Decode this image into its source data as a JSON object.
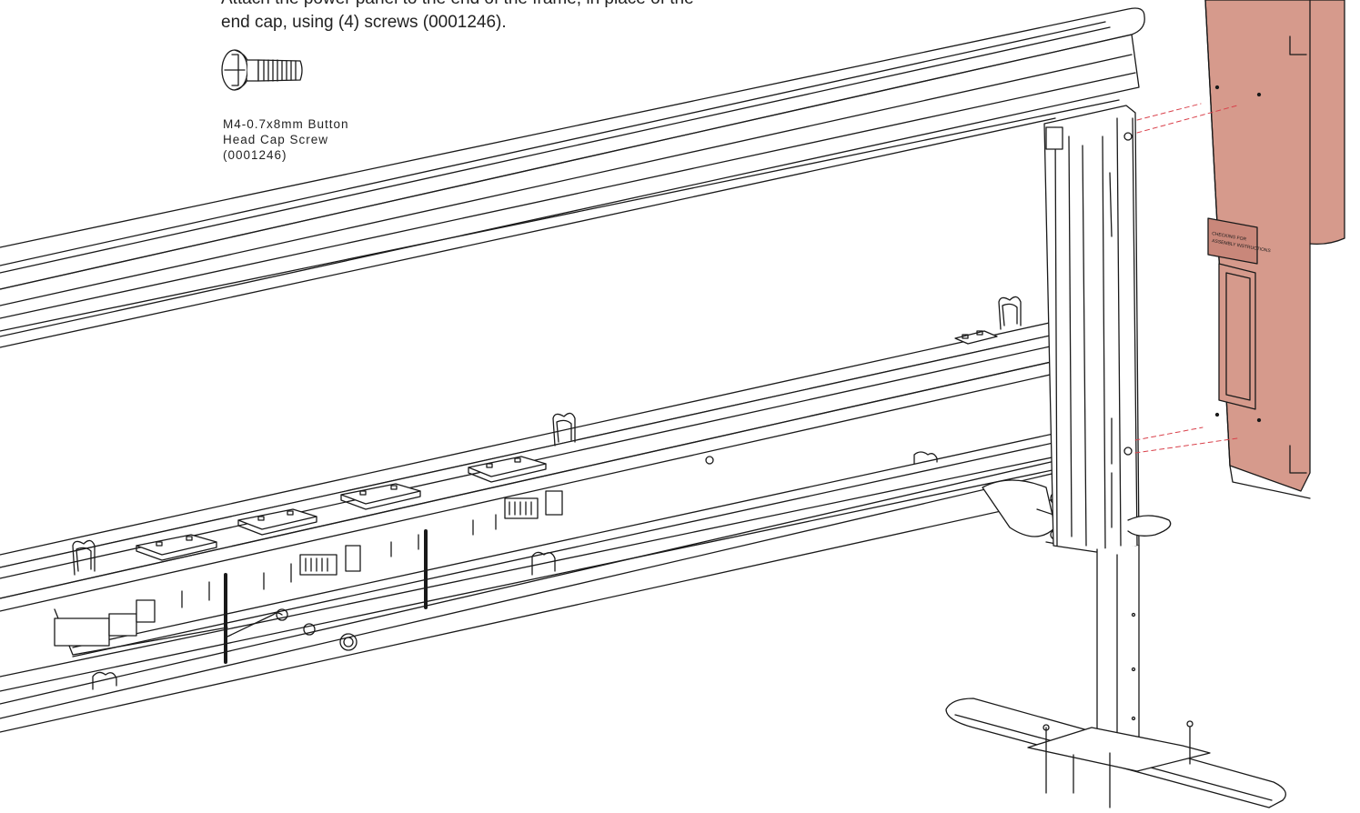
{
  "instruction": {
    "line1": "Attach the power panel to the end of the frame, in place of the",
    "line2": "end cap, using (4) screws (0001246)."
  },
  "screw_callout": {
    "line1": "M4-0.7x8mm Button",
    "line2": "Head Cap Screw",
    "line3": "(0001246)"
  },
  "power_panel": {
    "label_line1": "CHECKING FOR",
    "label_line2": "ASSEMBLY INSTRUCTIONS",
    "color": "#d69a8c"
  },
  "colors": {
    "line": "#1a1a1a",
    "panel_fill": "#d69a8c",
    "panel_dark": "#c9877a",
    "dashed": "#d9414b"
  }
}
